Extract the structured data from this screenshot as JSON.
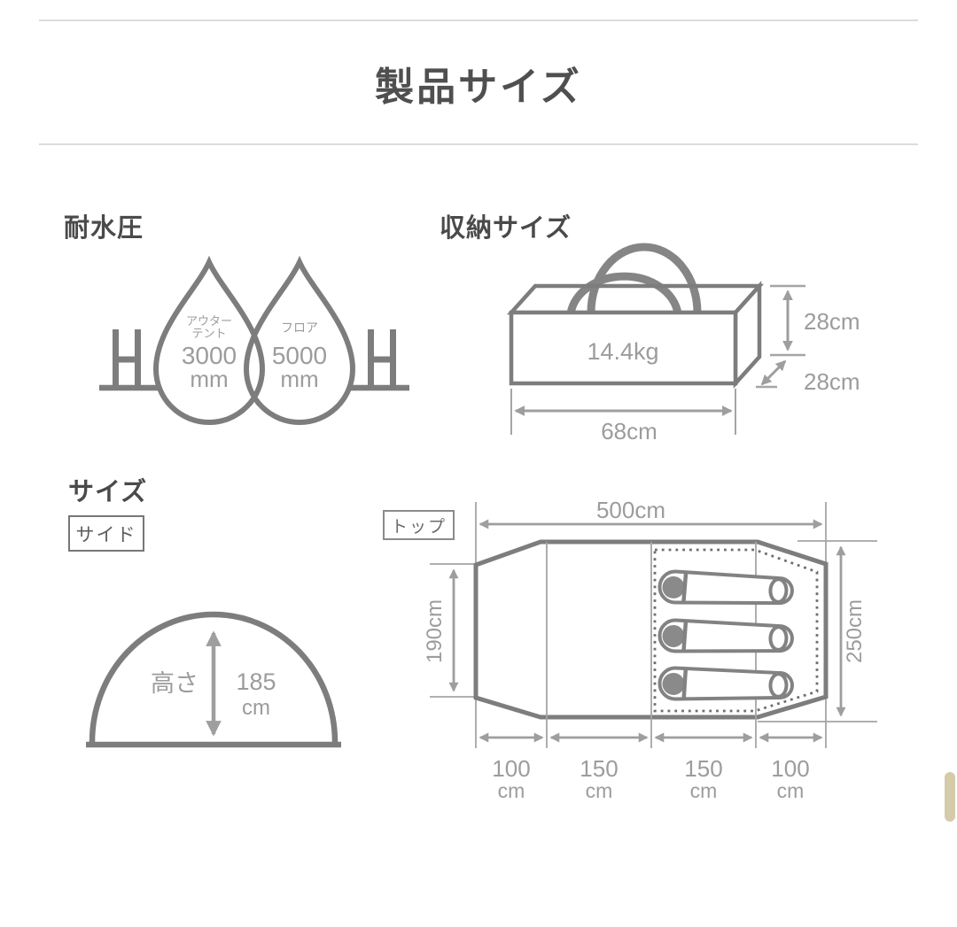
{
  "title": "製品サイズ",
  "colors": {
    "outline_gray": "#7d7d7d",
    "thin_line_gray": "#a5a5a5",
    "dimension_gray": "#9e9e9e",
    "text_gray": "#9c9c9c",
    "heading_gray": "#4a4a4a",
    "separator": "#dcdcdc",
    "scrollbar_beige": "#d3cbaa"
  },
  "water_resistance": {
    "heading": "耐水圧",
    "h_symbol": "H",
    "drops": [
      {
        "label_lines": [
          "アウター",
          "テント"
        ],
        "value": "3000",
        "unit": "mm"
      },
      {
        "label_lines": [
          "フロア"
        ],
        "value": "5000",
        "unit": "mm"
      }
    ]
  },
  "storage": {
    "heading": "収納サイズ",
    "weight": "14.4kg",
    "height": "28cm",
    "depth": "28cm",
    "width": "68cm"
  },
  "size": {
    "heading": "サイズ",
    "view_label": "サイド",
    "height_label": "高さ",
    "height_value": "185",
    "height_unit": "cm"
  },
  "top_view": {
    "view_label": "トップ",
    "total_width": "500cm",
    "end_width": "190cm",
    "center_width": "250cm",
    "segments": [
      {
        "value": "100",
        "unit": "cm"
      },
      {
        "value": "150",
        "unit": "cm"
      },
      {
        "value": "150",
        "unit": "cm"
      },
      {
        "value": "100",
        "unit": "cm"
      }
    ]
  }
}
